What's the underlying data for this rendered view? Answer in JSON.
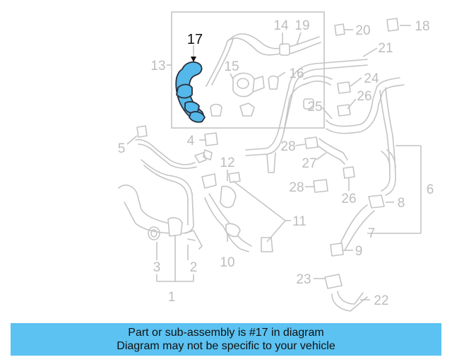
{
  "highlight": {
    "part_number": "17",
    "color": "#55b8ea"
  },
  "callouts": [
    "1",
    "2",
    "3",
    "4",
    "5",
    "6",
    "7",
    "8",
    "9",
    "10",
    "11",
    "12",
    "13",
    "14",
    "15",
    "16",
    "17",
    "18",
    "19",
    "20",
    "21",
    "22",
    "23",
    "24",
    "25",
    "26",
    "27",
    "28",
    "28"
  ],
  "banner": {
    "line1": "Part or sub-assembly is #17 in diagram",
    "line2": "Diagram may not be specific to your vehicle",
    "background": "#5bc2f2"
  }
}
